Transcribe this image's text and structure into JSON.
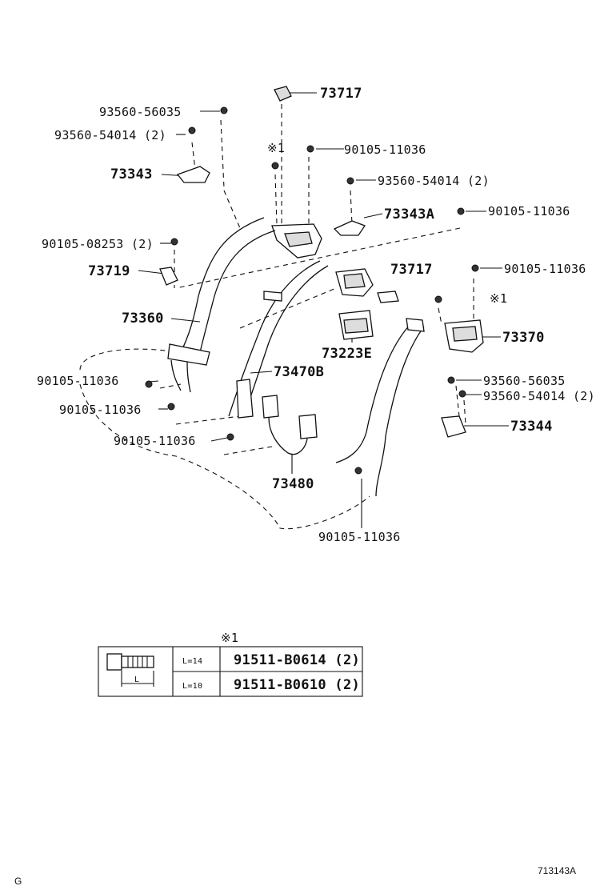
{
  "callouts": {
    "p73717_top": "73717",
    "p93560_56035_left": "93560-56035",
    "p93560_54014_left": "93560-54014 (2)",
    "mark_x1_a": "※1",
    "p90105_11036_a": "90105-11036",
    "p73343": "73343",
    "p93560_54014_mid": "93560-54014 (2)",
    "p73343A": "73343A",
    "p90105_11036_b": "90105-11036",
    "p90105_08253": "90105-08253 (2)",
    "p73719": "73719",
    "p73717_mid": "73717",
    "p90105_11036_c": "90105-11036",
    "mark_x1_b": "※1",
    "p73360": "73360",
    "p73370": "73370",
    "p73223E": "73223E",
    "p93560_56035_right": "93560-56035",
    "p90105_11036_d": "90105-11036",
    "p73470B": "73470B",
    "p93560_54014_right": "93560-54014 (2)",
    "p90105_11036_e": "90105-11036",
    "p73344": "73344",
    "p90105_11036_f": "90105-11036",
    "p73480": "73480",
    "p90105_11036_g": "90105-11036"
  },
  "table": {
    "mark": "※1",
    "dimension_label": "L",
    "rows": [
      {
        "length": "L=14",
        "part": "91511-B0614 (2)"
      },
      {
        "length": "L=10",
        "part": "91511-B0610 (2)"
      }
    ]
  },
  "footer": {
    "left": "G",
    "right": "713143A"
  }
}
